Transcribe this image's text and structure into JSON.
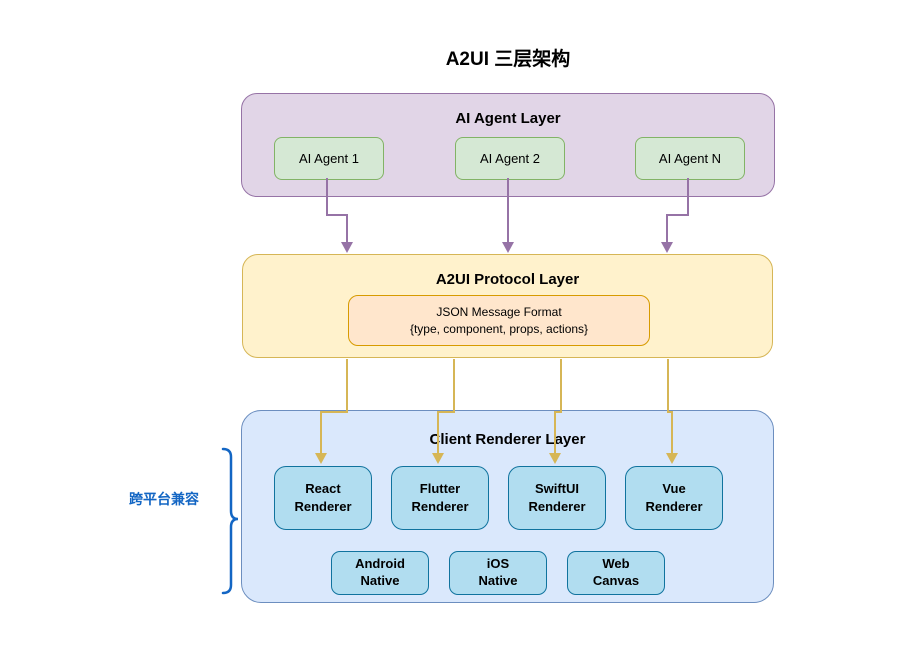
{
  "title": "A2UI 三层架构",
  "layers": {
    "agent": {
      "label": "AI Agent Layer",
      "agents": [
        "AI Agent 1",
        "AI Agent 2",
        "AI Agent N"
      ]
    },
    "protocol": {
      "label": "A2UI Protocol Layer",
      "message_line1": "JSON Message Format",
      "message_line2": "{type, component, props, actions}"
    },
    "renderer": {
      "label": "Client Renderer Layer",
      "renderers": [
        "React\nRenderer",
        "Flutter\nRenderer",
        "SwiftUI\nRenderer",
        "Vue\nRenderer"
      ],
      "natives": [
        "Android\nNative",
        "iOS\nNative",
        "Web\nCanvas"
      ]
    }
  },
  "annotation": "跨平台兼容",
  "colors": {
    "agent_layer_fill": "#E1D5E7",
    "agent_layer_stroke": "#9673A6",
    "agent_box_fill": "#D5E8D4",
    "agent_box_stroke": "#82B366",
    "protocol_layer_fill": "#FFF2CC",
    "protocol_layer_stroke": "#D6B656",
    "message_box_fill": "#FFE6CC",
    "message_box_stroke": "#D79B00",
    "renderer_layer_fill": "#DAE8FC",
    "renderer_layer_stroke": "#6C8EBF",
    "renderer_box_fill": "#B1DDF0",
    "renderer_box_stroke": "#10739E",
    "arrow_agent_to_protocol": "#9673A6",
    "arrow_protocol_to_renderer": "#D6B656",
    "annotation_color": "#1366C4"
  }
}
